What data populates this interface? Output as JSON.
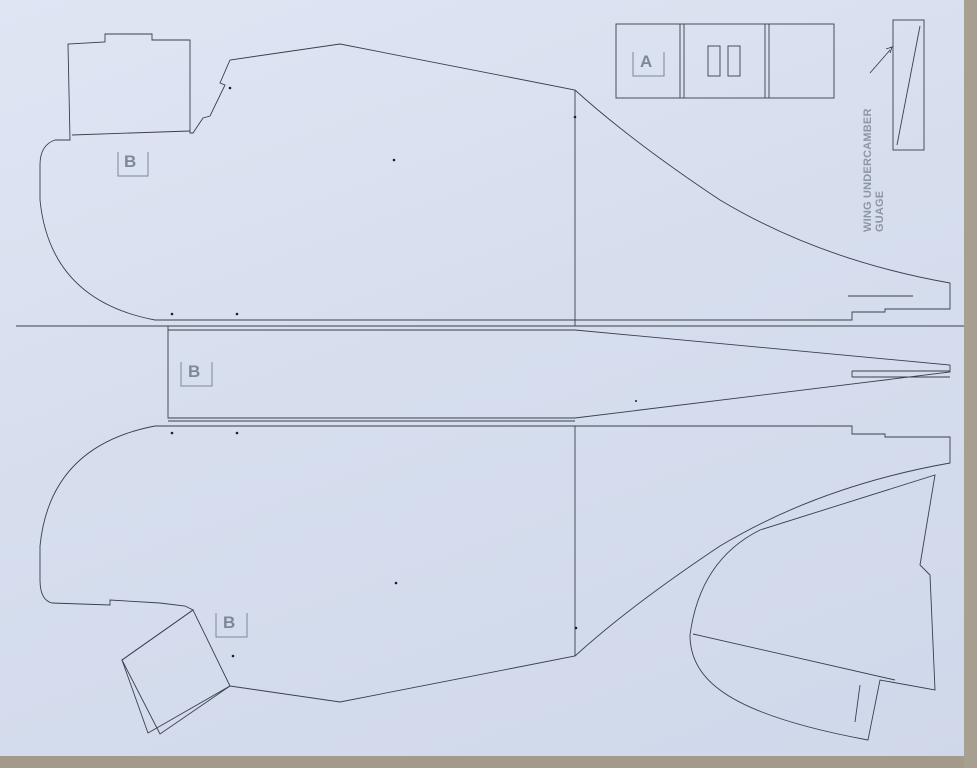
{
  "sheet": {
    "gauge_label_line1": "WING UNDERCAMBER",
    "gauge_label_line2": "GUAGE",
    "part_marks": [
      "A",
      "B",
      "B",
      "B"
    ]
  },
  "colors": {
    "board": "#d6deee",
    "line": "#3a3f4a",
    "mark": "#7f8898",
    "background": "#a89f8f"
  }
}
